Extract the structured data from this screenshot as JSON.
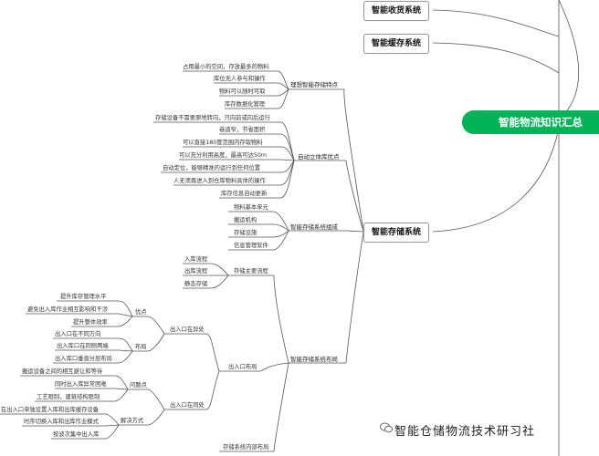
{
  "central": "智能物流知识汇总",
  "branches": {
    "receiving": "智能收货系统",
    "buffer": "智能缓存系统",
    "storage": "智能存储系统"
  },
  "ideal_features": {
    "label": "理想智能存储特点",
    "items": [
      "占用最小的空间，存放最多的物料",
      "库位无人参与和操作",
      "物料可以随时可取",
      "库存数据化管理"
    ]
  },
  "asrs_advantages": {
    "label": "自动立体库优点",
    "items": [
      "存储设备不需要原地转向，只向前或向后运行",
      "巷道窄，节省面积",
      "可以直接180度范围内存取物料",
      "可以充分利用高度，最高可达50m",
      "自动定位，能够精准的运行到任何位置",
      "人无须再进入到仓库物料具体的操作",
      "库存信息自动更新"
    ]
  },
  "system_components": {
    "label": "智能存储系统组成",
    "items": [
      "物料基本单元",
      "搬运机构",
      "存储设施",
      "信息管理软件"
    ]
  },
  "system_layout": {
    "label": "智能存储系统布局",
    "main_process": {
      "label": "存储主要流程",
      "items": [
        "入库流程",
        "出库流程",
        "静态存储"
      ]
    },
    "io_layout": {
      "label": "出入口布局",
      "separate": {
        "label": "出入口在异处",
        "advantages": {
          "label": "优点",
          "items": [
            "提升库存管理水平",
            "避免出入库作业相互影响和干涉",
            "提升整体效率"
          ]
        },
        "layout": {
          "label": "布局",
          "items": [
            "出入口在不同方向",
            "出入库口在同侧两端",
            "出入库口垂直分层布局"
          ]
        }
      },
      "same": {
        "label": "出入口在同处",
        "problems": {
          "label": "问题点",
          "items": [
            "搬运设备之间的相互避让和等待",
            "同时出入库异常困难",
            "工艺限制，建筑结构限制"
          ]
        },
        "solutions": {
          "label": "解决方式",
          "items": [
            "在出入口单独设置入库和出库缓存设备",
            "时序切换入库和出库作业模式",
            "按波次集中出入库"
          ]
        }
      }
    },
    "internal_layout": "存储系统内部布局"
  },
  "watermark": "智能仓储物流技术研习社",
  "colors": {
    "central_bg": "#00b359",
    "line": "#555555",
    "box_border": "#999999"
  }
}
